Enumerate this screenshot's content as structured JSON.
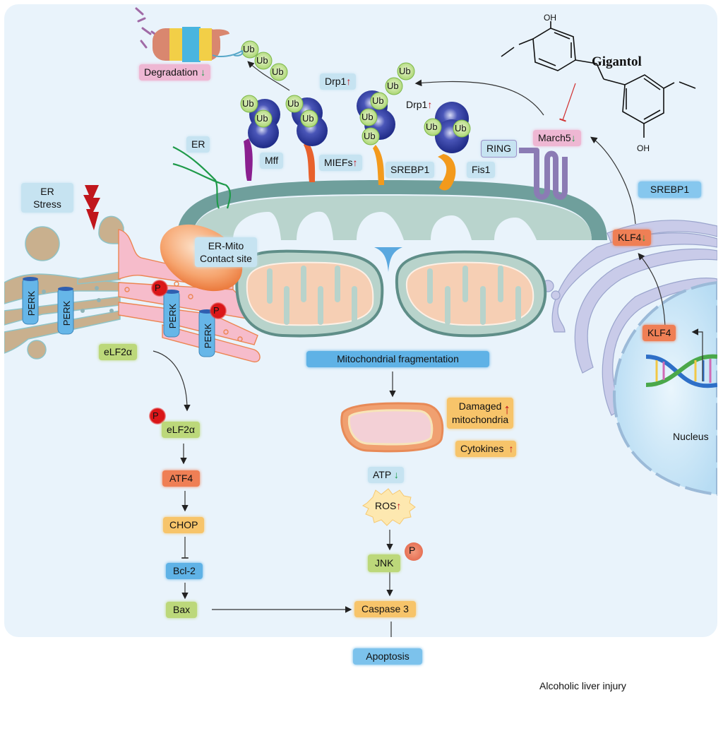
{
  "title": "Gigantol mechanism in alcoholic liver injury",
  "compound": {
    "name": "Gigantol",
    "groups": [
      "OH",
      "OH"
    ]
  },
  "labels": {
    "degradation": "Degradation",
    "degradation_dir": "down",
    "er": "ER",
    "er_stress": [
      "ER",
      "Stress"
    ],
    "mff": "Mff",
    "miefs": "MIEFs",
    "srebp1_receptor": "SREBP1",
    "fis1": "Fis1",
    "drp1_a": "Drp1",
    "drp1_b": "Drp1",
    "ring": "RING",
    "march5": "March5",
    "srebp1": "SREBP1",
    "klf4_cyto": "KLF4",
    "klf4_nuc": "KLF4",
    "nucleus": "Nucleus",
    "er_mito": [
      "ER-Mito",
      "Contact site"
    ],
    "perk": "PERK",
    "phospho": "P",
    "ub": "Ub",
    "mito_frag": "Mitochondrial fragmentation",
    "damaged_mito": [
      "Damaged",
      "mitochondria"
    ],
    "cytokines": "Cytokines",
    "atp": "ATP",
    "ros": "ROS",
    "jnk": "JNK",
    "caspase3": "Caspase 3",
    "eif2a": "eLF2α",
    "p_eif2a": "eLF2α",
    "atf4": "ATF4",
    "chop": "CHOP",
    "bcl2": "Bcl-2",
    "bax": "Bax",
    "apoptosis": "Apoptosis",
    "outcome": "Alcoholic liver injury"
  },
  "arrows": {
    "up": "↑",
    "down": "↓"
  },
  "colors": {
    "panel": "#e9f3fb",
    "label_blue_light": "#c6e3f1",
    "label_blue_dark": "#5fb2e6",
    "label_green": "#bcd87a",
    "label_orange": "#ef7f55",
    "label_yellow": "#f7c46a",
    "label_pink": "#eeb7d3",
    "up_arrow": "#c0101a",
    "down_arrow": "#169a45",
    "liver": "#b5443d"
  }
}
